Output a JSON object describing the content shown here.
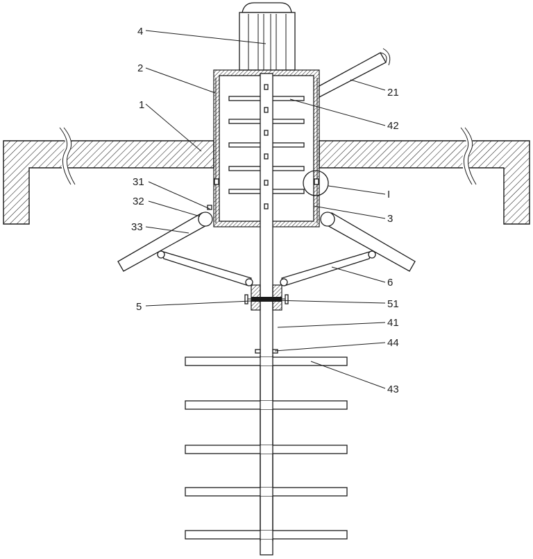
{
  "labels": {
    "l4": "4",
    "l2": "2",
    "l1": "1",
    "l31": "31",
    "l32": "32",
    "l33": "33",
    "l5": "5",
    "l21": "21",
    "l42": "42",
    "lI": "I",
    "l3": "3",
    "l6": "6",
    "l51": "51",
    "l41": "41",
    "l44": "44",
    "l43": "43"
  }
}
